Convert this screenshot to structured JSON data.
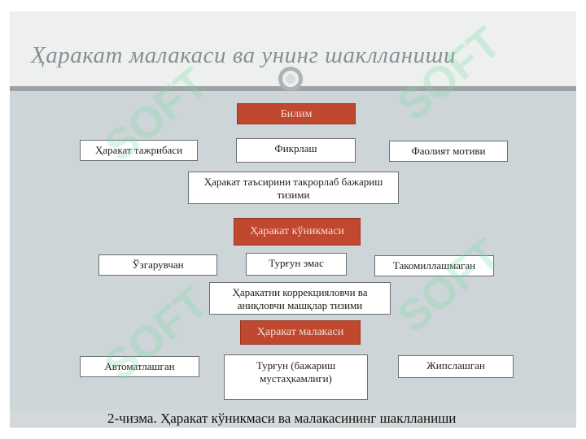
{
  "title": "Ҳаракат малакаси ва унинг шаклланиши",
  "level1": {
    "label": "Билим"
  },
  "row1": [
    "Ҳаракат тажрибаси",
    "Фикрлаш",
    "Фаолият мотиви"
  ],
  "middle1": "Ҳаракат таъсирини такрорлаб бажариш тизими",
  "level2": {
    "label": "Ҳаракат кўникмаси"
  },
  "row2": [
    "Ўзгарувчан",
    "Турғун эмас",
    "Такомиллашмаган"
  ],
  "middle2": "Ҳаракатни коррекцияловчи ва аниқловчи машқлар тизими",
  "level3": {
    "label": "Ҳаракат малакаси"
  },
  "row3": [
    "Автоматлашган",
    "Турғун (бажариш мустаҳкамлиги)",
    "Жипслашган"
  ],
  "caption": "2-чизма. Ҳаракат кўникмаси ва малакасининг шаклланиши",
  "watermark": "SOFT",
  "colors": {
    "accent": "#c0482f",
    "panel": "#cdd5d8"
  }
}
